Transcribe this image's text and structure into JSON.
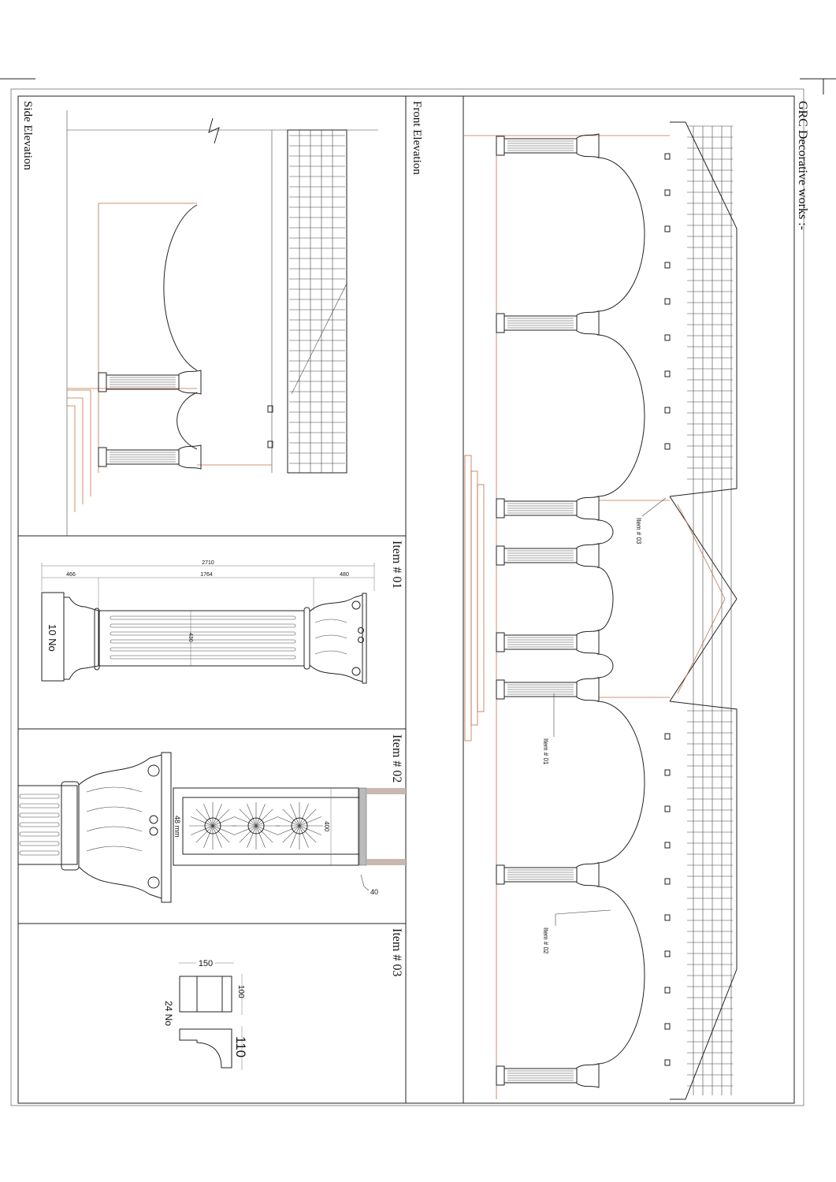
{
  "sheet": {
    "title": "GRC Decorative works :-",
    "front_elevation": {
      "label": "Front Elevation",
      "callouts": [
        "Item # 01",
        "Item # 02",
        "Item # 03"
      ]
    },
    "side_elevation": {
      "label": "Side Elevation"
    },
    "item_01": {
      "label": "Item # 01",
      "dims": {
        "overall": "2710",
        "base": "466",
        "shaft": "1764",
        "capital": "480",
        "diameter": "430"
      },
      "quantity": "10 No"
    },
    "item_02": {
      "label": "Item # 02",
      "dims": {
        "thickness": "48 mm",
        "height": "400",
        "frame": "40"
      }
    },
    "item_03": {
      "label": "Item # 03",
      "dims": {
        "width": "150",
        "height": "100",
        "depth": "110"
      },
      "quantity": "24 No"
    }
  },
  "colors": {
    "line": "#222222",
    "accent": "#c0714a"
  }
}
